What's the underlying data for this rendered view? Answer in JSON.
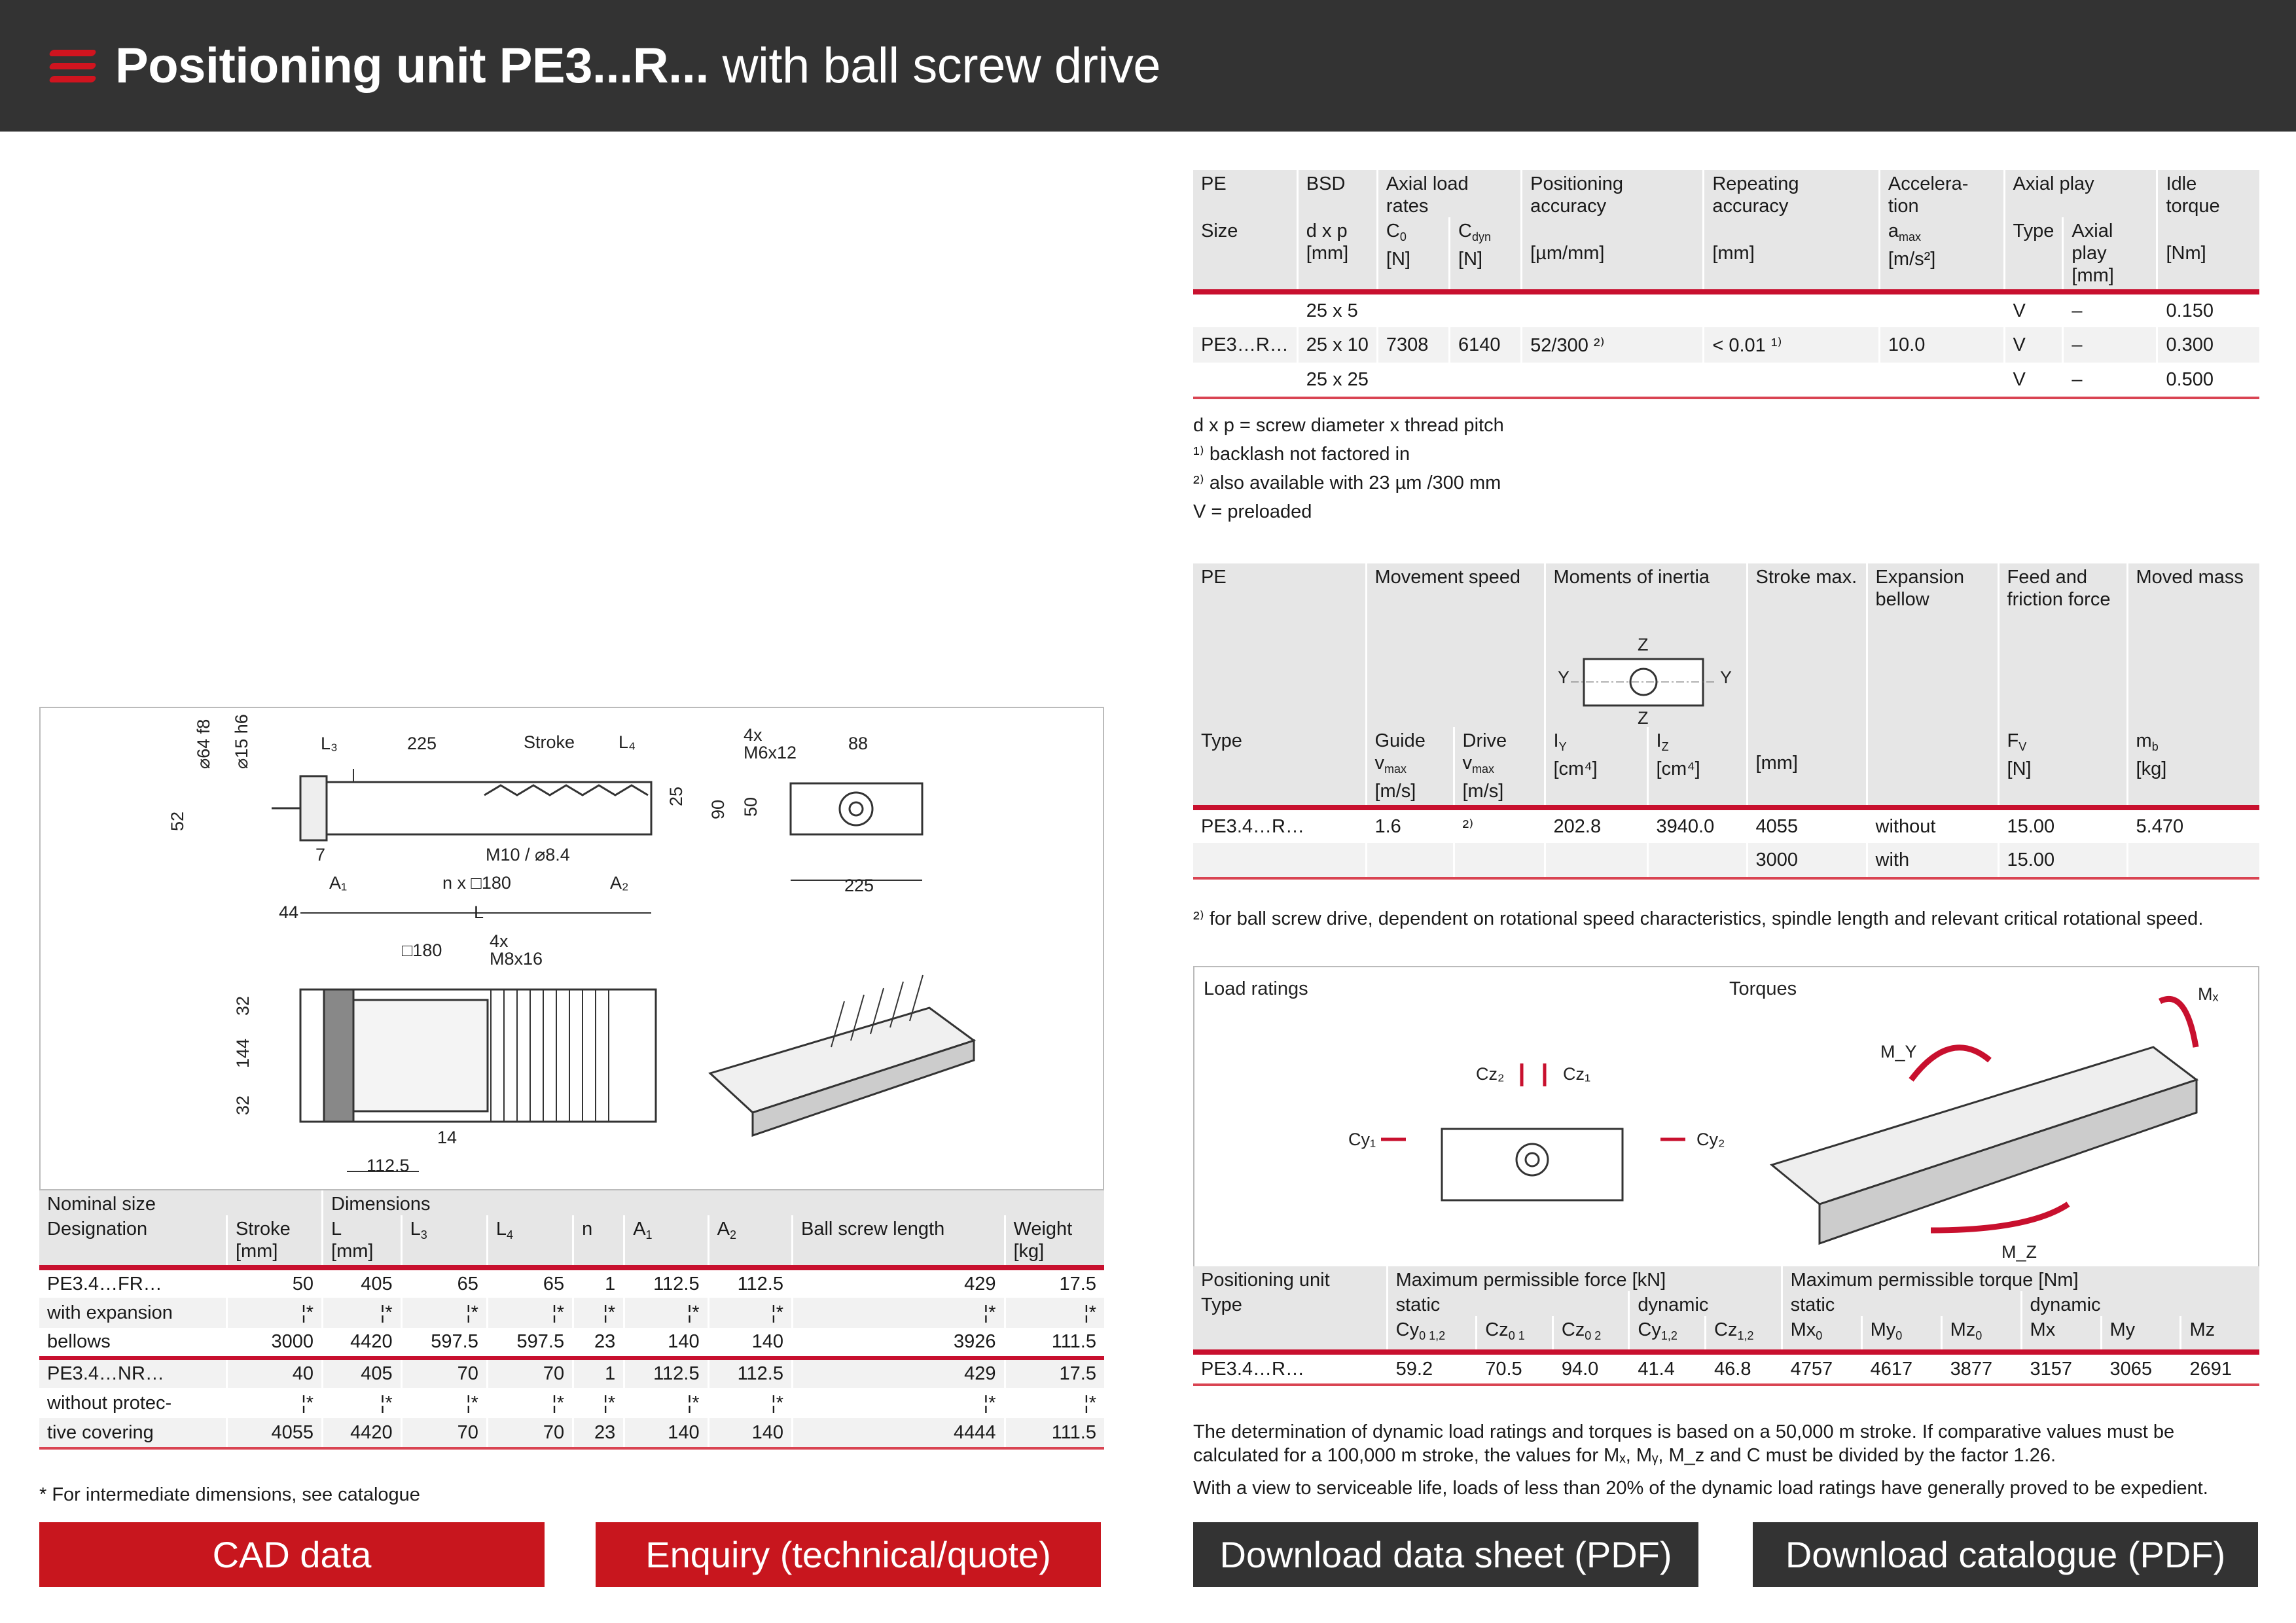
{
  "header": {
    "title_bold": "Positioning unit PE3...R...",
    "title_rest": " with ball screw drive"
  },
  "colors": {
    "accent": "#c8102e",
    "header_bg": "#333333"
  },
  "spec_table": {
    "groups": [
      {
        "t": "PE",
        "cs": 1
      },
      {
        "t": "BSD",
        "cs": 1
      },
      {
        "t": "Axial load rates",
        "cs": 2
      },
      {
        "t": "Positioning accuracy",
        "cs": 1
      },
      {
        "t": "Repeating accuracy",
        "cs": 1
      },
      {
        "t": "Accelera-tion",
        "cs": 1
      },
      {
        "t": "Axial play",
        "cs": 2
      },
      {
        "t": "Idle torque",
        "cs": 1
      }
    ],
    "cols": [
      {
        "t": "Size",
        "u": ""
      },
      {
        "t": "d x p",
        "u": "[mm]"
      },
      {
        "t": "C",
        "s": "0",
        "u": "[N]"
      },
      {
        "t": "C",
        "s": "dyn",
        "u": "[N]"
      },
      {
        "t": "",
        "u": "[µm/mm]"
      },
      {
        "t": "",
        "u": "[mm]"
      },
      {
        "t": "a",
        "s": "max",
        "u": "[m/s²]"
      },
      {
        "t": "Type",
        "u": ""
      },
      {
        "t": "Axial play",
        "u": "[mm]"
      },
      {
        "t": "",
        "u": "[Nm]"
      }
    ],
    "rows": [
      [
        "",
        "25 x 5",
        "",
        "",
        "",
        "",
        "",
        "V",
        "–",
        "0.150"
      ],
      [
        "PE3…R…",
        "25 x 10",
        "7308",
        "6140",
        "52/300 ²⁾",
        "< 0.01 ¹⁾",
        "10.0",
        "V",
        "–",
        "0.300"
      ],
      [
        "",
        "25 x 25",
        "",
        "",
        "",
        "",
        "",
        "V",
        "–",
        "0.500"
      ]
    ],
    "notes": [
      "d x p = screw diameter x thread pitch",
      "¹⁾ backlash not factored in",
      "²⁾ also available with 23 µm /300 mm",
      "V = preloaded"
    ]
  },
  "motion_table": {
    "groups": [
      {
        "t": "PE",
        "cs": 1
      },
      {
        "t": "Movement speed",
        "cs": 2
      },
      {
        "t": "Moments of inertia",
        "cs": 2
      },
      {
        "t": "Stroke max.",
        "cs": 1
      },
      {
        "t": "Expansion bellow",
        "cs": 1
      },
      {
        "t": "Feed and friction force",
        "cs": 1
      },
      {
        "t": "Moved mass",
        "cs": 1
      }
    ],
    "cols": [
      {
        "t": "Type",
        "u": ""
      },
      {
        "t": "Guide",
        "t2": "v",
        "s": "max",
        "u": "[m/s]"
      },
      {
        "t": "Drive",
        "t2": "v",
        "s": "max",
        "u": "[m/s]"
      },
      {
        "t": "I",
        "s": "Y",
        "u": "[cm⁴]"
      },
      {
        "t": "I",
        "s": "Z",
        "u": "[cm⁴]"
      },
      {
        "t": "",
        "u": "[mm]"
      },
      {
        "t": "",
        "u": ""
      },
      {
        "t": "F",
        "s": "V",
        "u": "[N]"
      },
      {
        "t": "m",
        "s": "b",
        "u": "[kg]"
      }
    ],
    "rows": [
      [
        "PE3.4…R…",
        "1.6",
        "²⁾",
        "202.8",
        "3940.0",
        "4055",
        "without",
        "15.00",
        "5.470"
      ],
      [
        "",
        "",
        "",
        "",
        "",
        "3000",
        "with",
        "15.00",
        ""
      ]
    ],
    "note": "²⁾ for ball screw drive, dependent on rotational speed characteristics, spindle length and relevant critical rotational speed.",
    "axis_labels": [
      "Z",
      "Z",
      "Y",
      "Y"
    ]
  },
  "load_diagram": {
    "title": "Load ratings",
    "torques": "Torques",
    "cz2": "Cz₂",
    "cz1": "Cz₁",
    "cy1": "Cy₁",
    "cy2": "Cy₂",
    "mx": "Mₓ",
    "my": "M_Y",
    "mz": "M_Z"
  },
  "load_table": {
    "groups": [
      {
        "t": "Positioning unit",
        "cs": 1
      },
      {
        "t": "Maximum permissible force [kN]",
        "cs": 5
      },
      {
        "t": "Maximum permissible torque [Nm]",
        "cs": 6
      }
    ],
    "sub": [
      {
        "t": "Type",
        "cs": 1
      },
      {
        "t": "static",
        "cs": 3
      },
      {
        "t": "dynamic",
        "cs": 2
      },
      {
        "t": "static",
        "cs": 3
      },
      {
        "t": "dynamic",
        "cs": 3
      }
    ],
    "cols": [
      {
        "t": ""
      },
      {
        "t": "Cy",
        "s": "0 1,2"
      },
      {
        "t": "Cz",
        "s": "0 1"
      },
      {
        "t": "Cz",
        "s": "0 2"
      },
      {
        "t": "Cy",
        "s": "1,2"
      },
      {
        "t": "Cz",
        "s": "1,2"
      },
      {
        "t": "Mx",
        "s": "0"
      },
      {
        "t": "My",
        "s": "0"
      },
      {
        "t": "Mz",
        "s": "0"
      },
      {
        "t": "Mx"
      },
      {
        "t": "My"
      },
      {
        "t": "Mz"
      }
    ],
    "rows": [
      [
        "PE3.4…R…",
        "59.2",
        "70.5",
        "94.0",
        "41.4",
        "46.8",
        "4757",
        "4617",
        "3877",
        "3157",
        "3065",
        "2691"
      ]
    ],
    "notes": [
      "The determination of dynamic load ratings and torques is based on a 50,000 m stroke. If comparative values must be calculated for a 100,000 m stroke, the values for Mₓ, Mᵧ, M_z and C must be divided by the factor 1.26.",
      "With a view to serviceable life, loads of less than 20% of the dynamic load ratings have generally proved to be expedient."
    ]
  },
  "dim_table": {
    "groups": [
      {
        "t": "Nominal size",
        "cs": 2
      },
      {
        "t": "Dimensions",
        "cs": 8
      }
    ],
    "cols": [
      {
        "t": "Designation",
        "u": ""
      },
      {
        "t": "Stroke",
        "u": "[mm]"
      },
      {
        "t": "L",
        "u": "[mm]"
      },
      {
        "t": "L",
        "s": "3",
        "u": ""
      },
      {
        "t": "L",
        "s": "4",
        "u": ""
      },
      {
        "t": "n",
        "u": ""
      },
      {
        "t": "A",
        "s": "1",
        "u": ""
      },
      {
        "t": "A",
        "s": "2",
        "u": ""
      },
      {
        "t": "Ball screw length",
        "u": ""
      },
      {
        "t": "Weight",
        "u": "[kg]"
      }
    ],
    "rows": [
      [
        "PE3.4…FR…",
        "50",
        "405",
        "65",
        "65",
        "1",
        "112.5",
        "112.5",
        "429",
        "17.5"
      ],
      [
        "with expansion",
        "¦*",
        "¦*",
        "¦*",
        "¦*",
        "¦*",
        "¦*",
        "¦*",
        "¦*",
        "¦*"
      ],
      [
        "bellows",
        "3000",
        "4420",
        "597.5",
        "597.5",
        "23",
        "140",
        "140",
        "3926",
        "111.5"
      ],
      [
        "PE3.4…NR…",
        "40",
        "405",
        "70",
        "70",
        "1",
        "112.5",
        "112.5",
        "429",
        "17.5"
      ],
      [
        "without protec-",
        "¦*",
        "¦*",
        "¦*",
        "¦*",
        "¦*",
        "¦*",
        "¦*",
        "¦*",
        "¦*"
      ],
      [
        "tive covering",
        "4055",
        "4420",
        "70",
        "70",
        "23",
        "140",
        "140",
        "4444",
        "111.5"
      ]
    ],
    "note": "* For intermediate dimensions, see catalogue"
  },
  "drawing_labels": {
    "d64": "⌀64 f8",
    "d15": "⌀15 h6",
    "l3": "L₃",
    "w225": "225",
    "stroke": "Stroke",
    "l4": "L₄",
    "h25": "25",
    "h52": "52",
    "s7": "7",
    "m10": "M10 / ⌀8.4",
    "a1": "A₁",
    "nx": "n x □180",
    "a2": "A₂",
    "s44": "44",
    "L": "L",
    "x4a": "4x",
    "m6": "M6x12",
    "s88": "88",
    "s90": "90",
    "s50": "50",
    "s225b": "225",
    "sq180": "□180",
    "x4b": "4x",
    "m8": "M8x16",
    "s32a": "32",
    "s144": "144",
    "s32b": "32",
    "s14": "14",
    "s1125": "112.5"
  },
  "buttons": {
    "cad": "CAD data",
    "enquiry": "Enquiry (technical/quote)",
    "datasheet": "Download data sheet (PDF)",
    "catalogue": "Download catalogue (PDF)"
  }
}
